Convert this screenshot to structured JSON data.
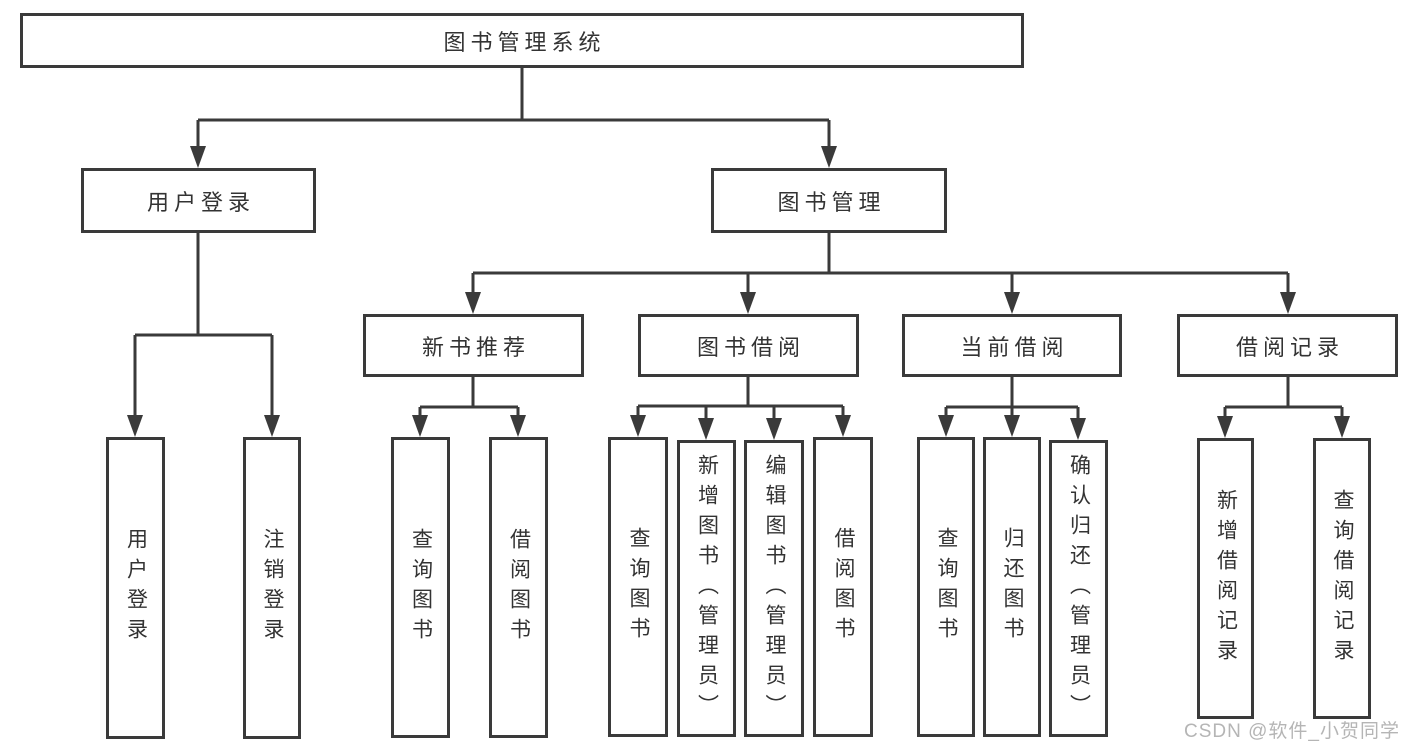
{
  "colors": {
    "line": "#3a3a3a",
    "text": "#333333",
    "watermark": "#b5b5b5"
  },
  "tree": {
    "root": {
      "label": "图书管理系统",
      "children": [
        {
          "label": "用户登录",
          "children": [
            {
              "label": "用户登录"
            },
            {
              "label": "注销登录"
            }
          ]
        },
        {
          "label": "图书管理",
          "children": [
            {
              "label": "新书推荐",
              "children": [
                {
                  "label": "查询图书"
                },
                {
                  "label": "借阅图书"
                }
              ]
            },
            {
              "label": "图书借阅",
              "children": [
                {
                  "label": "查询图书"
                },
                {
                  "label": "新增图书（管理员）"
                },
                {
                  "label": "编辑图书（管理员）"
                },
                {
                  "label": "借阅图书"
                }
              ]
            },
            {
              "label": "当前借阅",
              "children": [
                {
                  "label": "查询图书"
                },
                {
                  "label": "归还图书"
                },
                {
                  "label": "确认归还（管理员）"
                }
              ]
            },
            {
              "label": "借阅记录",
              "children": [
                {
                  "label": "新增借阅记录"
                },
                {
                  "label": "查询借阅记录"
                }
              ]
            }
          ]
        }
      ]
    }
  },
  "watermark": {
    "text": "CSDN @软件_小贺同学"
  }
}
